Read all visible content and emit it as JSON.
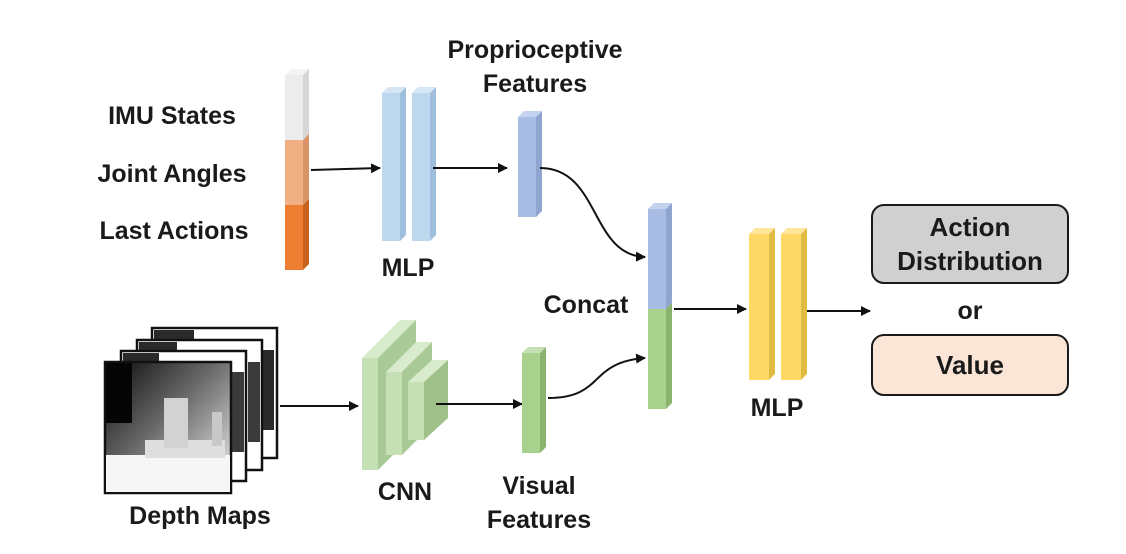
{
  "inputs": {
    "imu_states": "IMU States",
    "joint_angles": "Joint Angles",
    "last_actions": "Last Actions",
    "depth_maps": "Depth Maps"
  },
  "modules": {
    "mlp_top": "MLP",
    "cnn": "CNN",
    "concat": "Concat",
    "mlp_right": "MLP"
  },
  "features": {
    "proprioceptive": [
      "Proprioceptive",
      "Features"
    ],
    "visual": [
      "Visual",
      "Features"
    ]
  },
  "outputs": {
    "action_distribution": [
      "Action",
      "Distribution"
    ],
    "or": "or",
    "value": "Value"
  },
  "colors": {
    "imu": "#ececec",
    "joint": "#f0b084",
    "last_action": "#ed7d31",
    "mlp_blue": "#bdd7ee",
    "proprio": "#a9bde4",
    "cnn_green": "#c5e0b4",
    "visual_green": "#a9d18e",
    "mlp_yellow": "#ffd966",
    "action_box": "#d0d0d0",
    "value_box": "#fbe5d6"
  }
}
